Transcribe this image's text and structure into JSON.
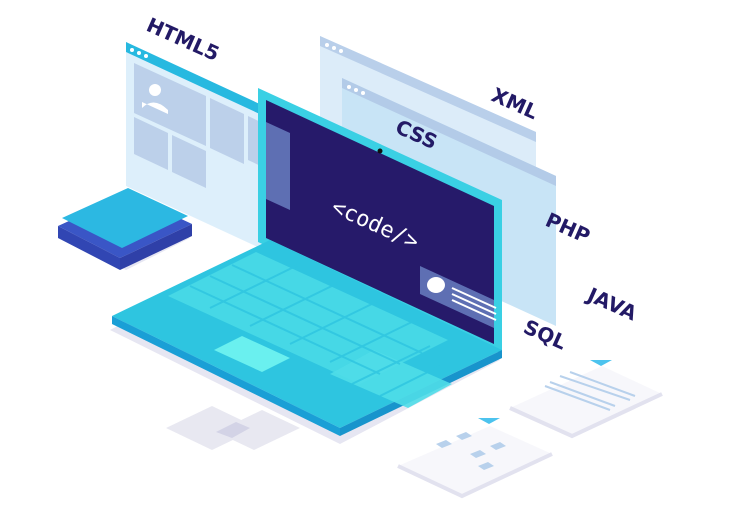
{
  "illustration": {
    "subject": "Isometric laptop with programming language windows",
    "screen_text": "<code/>",
    "labels": {
      "html5": "HTML5",
      "xml": "XML",
      "css": "CSS",
      "php": "PHP",
      "java": "JAVA",
      "sql": "SQL"
    },
    "colors": {
      "label_text": "#231a66",
      "screen": "#261a6a",
      "laptop_body": "#2ec5e0",
      "laptop_edge": "#1a9fd6",
      "keys": "#4fdde8",
      "window_light": "#cfe7f7",
      "window_mid": "#b8d1ec",
      "accent_bar": "#27b9e0",
      "shadow": "#e2e2ef",
      "device_top": "#2cb8e2",
      "device_base": "#3a56c6"
    }
  }
}
